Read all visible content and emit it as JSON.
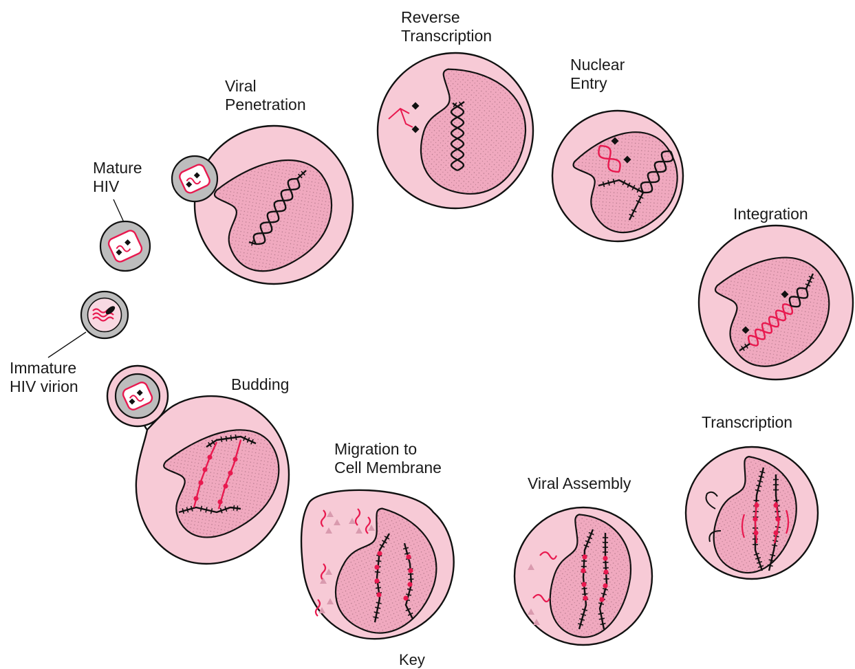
{
  "diagram": {
    "colors": {
      "cell_fill": "#f7cad6",
      "nucleus_fill": "#f0a9bf",
      "outline": "#111111",
      "viral_rna": "#e8194f",
      "virion_shell": "#bdbdbd",
      "protein": "#d99aae"
    },
    "stages": {
      "immature_virion": {
        "label_line1": "Immature",
        "label_line2": "HIV virion"
      },
      "mature_hiv": {
        "label_line1": "Mature",
        "label_line2": "HIV"
      },
      "viral_penetration": {
        "label_line1": "Viral",
        "label_line2": "Penetration"
      },
      "reverse_transcription": {
        "label_line1": "Reverse",
        "label_line2": "Transcription"
      },
      "nuclear_entry": {
        "label_line1": "Nuclear",
        "label_line2": "Entry"
      },
      "integration": {
        "label": "Integration"
      },
      "transcription": {
        "label": "Transcription"
      },
      "viral_assembly": {
        "label": "Viral Assembly"
      },
      "migration": {
        "label_line1": "Migration to",
        "label_line2": "Cell Membrane"
      },
      "budding": {
        "label": "Budding"
      }
    },
    "key_label": "Key"
  }
}
